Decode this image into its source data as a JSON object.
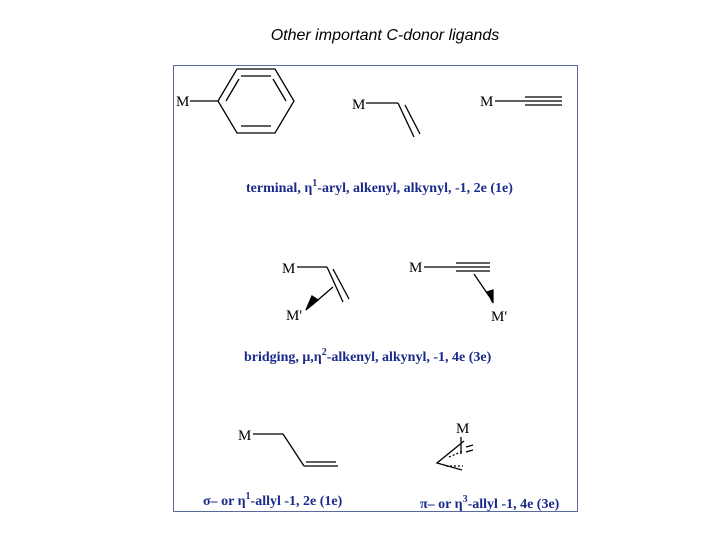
{
  "title": "Other important C-donor ligands",
  "atoms": {
    "metal": "M",
    "metal_prime": "M'"
  },
  "captions": {
    "terminal": {
      "a": "terminal, η",
      "sup": "1",
      "b": "-aryl, alkenyl, alkynyl, -1, 2e (1e)"
    },
    "bridging": {
      "a": "bridging,  μ,η",
      "sup": "2",
      "b": "-alkenyl, alkynyl, -1, 4e (3e)"
    },
    "sigma_allyl": {
      "a": "σ– or η",
      "sup": "1",
      "b": "-allyl -1, 2e (1e)"
    },
    "pi_allyl": {
      "a": "π– or η",
      "sup": "3",
      "b": "-allyl -1, 4e (3e)"
    }
  },
  "colors": {
    "caption": "#1a2a8a",
    "frame": "#5a6a9a"
  }
}
